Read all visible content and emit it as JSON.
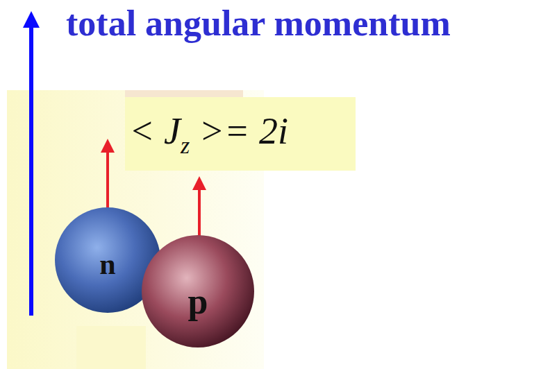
{
  "diagram": {
    "title": "total angular momentum",
    "nodes": [
      {
        "text": [
          "n"
        ]
      },
      {
        "text": [
          "p"
        ]
      }
    ],
    "labels": [
      "< J",
      "z",
      " >= 2i"
    ]
  }
}
